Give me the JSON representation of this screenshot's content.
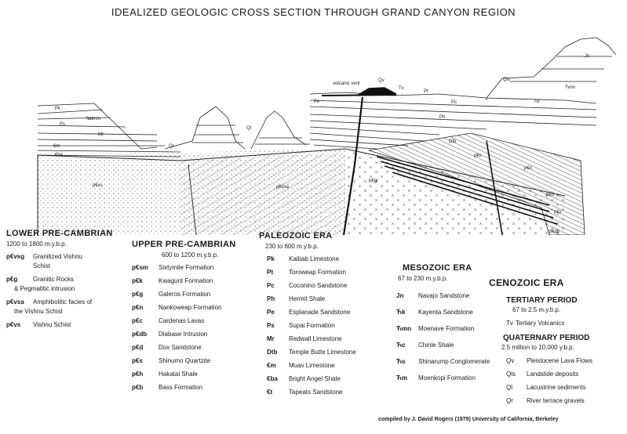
{
  "title": "IDEALIZED GEOLOGIC CROSS SECTION THROUGH GRAND CANYON REGION",
  "section_labels": {
    "flatiron": "flatiron",
    "volcanic_vent": "volcanic vent",
    "pk": "Pk",
    "pt": "Pt",
    "pc": "Pc",
    "ph": "Ph",
    "pe": "Pe",
    "ps": "Ps",
    "mr": "Mr",
    "em": "€m",
    "eba": "€ba",
    "dtb": "Dtb",
    "qr": "Qr",
    "qv": "Qv",
    "tv": "Tv",
    "qls": "Qls",
    "ql": "Ql",
    "jn": "Jn",
    "tkc": "Ћc",
    "tkmn": "Ћmn",
    "pevs": "p€vs",
    "pegr": "p€gr",
    "pevsa": "p€vsa",
    "pec": "p€c",
    "pen": "p€n",
    "ped": "p€d",
    "pes": "p€s",
    "pedb": "p€db"
  },
  "colors": {
    "ink": "#1a1a1a",
    "paper": "#ffffff"
  },
  "legend": {
    "lower": {
      "heading": "LOWER PRE-CAMBRIAN",
      "range": "1200 to 1800          m.y.b.p.",
      "items": [
        {
          "code": "p€vsg",
          "desc": "Granitized Vishnu",
          "desc2": "Schist"
        },
        {
          "code": "p€g",
          "desc": "Granitic Rocks",
          "desc2": "& Pegmatitic intrusion"
        },
        {
          "code": "p€vsa",
          "desc": "Amphibolitic facies of",
          "desc2": "the Vishnu Schist"
        },
        {
          "code": "p€vs",
          "desc": "Vishnu Schist",
          "desc2": ""
        }
      ]
    },
    "upper": {
      "heading": "UPPER PRE-CAMBRIAN",
      "range": "600 to 1200 m.y.b.p.",
      "items": [
        {
          "code": "p€sm",
          "desc": "Sixtymile Formation"
        },
        {
          "code": "p€k",
          "desc": "Kwagunt Formation"
        },
        {
          "code": "p€g",
          "desc": "Galeros Formation"
        },
        {
          "code": "p€n",
          "desc": "Nankoweap Formation"
        },
        {
          "code": "p€c",
          "desc": "Cardenas Lavas"
        },
        {
          "code": "p€db",
          "desc": "Diabase Intrusion"
        },
        {
          "code": "p€d",
          "desc": "Dox Sandstone"
        },
        {
          "code": "p€s",
          "desc": "Shinumo Quartzite"
        },
        {
          "code": "p€h",
          "desc": "Hakatai Shale"
        },
        {
          "code": "p€b",
          "desc": "Bass Formation"
        }
      ]
    },
    "paleozoic": {
      "heading": "PALEOZOIC ERA",
      "range": "230 to 600 m.y.b.p.",
      "items": [
        {
          "code": "Pk",
          "desc": "Kaibab Limestone"
        },
        {
          "code": "Pt",
          "desc": "Toroweap Formation"
        },
        {
          "code": "Pc",
          "desc": "Coconino Sandstone"
        },
        {
          "code": "Ph",
          "desc": "Hermit Shale"
        },
        {
          "code": "Pe",
          "desc": "Esplanade Sandstone"
        },
        {
          "code": "Ps",
          "desc": "Supai Formation"
        },
        {
          "code": "Mr",
          "desc": "Redwall Limestone"
        },
        {
          "code": "Dtb",
          "desc": "Temple Butte Limestone"
        },
        {
          "code": "€m",
          "desc": "Muav Limestone"
        },
        {
          "code": "€ba",
          "desc": "Bright Angel Shale"
        },
        {
          "code": "€t",
          "desc": "Tapeats Sandstone"
        }
      ]
    },
    "mesozoic": {
      "heading": "MESOZOIC ERA",
      "range": "67 to 230 m.y.b.p.",
      "items": [
        {
          "code": "Jn",
          "desc": "Navajo Sandstone"
        },
        {
          "code": "Ћk",
          "desc": "Kayenta Sandstone"
        },
        {
          "code": "Ћmn",
          "desc": "Moenave Formation"
        },
        {
          "code": "Ћc",
          "desc": "Chinle Shale"
        },
        {
          "code": "Ћs",
          "desc": "Shinarump Conglomerate"
        },
        {
          "code": "Ћm",
          "desc": "Moenkopi Formation"
        }
      ]
    },
    "cenozoic": {
      "heading": "CENOZOIC ERA",
      "tertiary": {
        "heading": "TERTIARY PERIOD",
        "range": "67 to 2.5  m.y.b.p.",
        "items": [
          {
            "code": "Tv",
            "desc": "Tertiary Volcanics"
          }
        ]
      },
      "quaternary": {
        "heading": "QUATERNARY PERIOD",
        "range": "2.5 million to 10,000  y.b.p.",
        "items": [
          {
            "code": "Qv",
            "desc": "Pleistocene Lava Flows"
          },
          {
            "code": "Qls",
            "desc": "Landslide deposits"
          },
          {
            "code": "Ql",
            "desc": "Lacustrine sediments"
          },
          {
            "code": "Qr",
            "desc": "River terrace gravels"
          }
        ]
      }
    }
  },
  "credit": "compiled by J. David Rogers (1979) University of California, Berkeley"
}
